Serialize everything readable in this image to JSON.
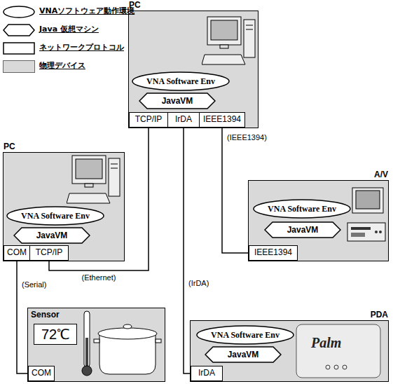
{
  "diagram": {
    "nodes": [
      {
        "text": [
          "PC"
        ]
      },
      {
        "text": [
          "VNA Software Env"
        ],
        "in": 0
      },
      {
        "text": [
          "JavaVM"
        ],
        "in": 0
      },
      {
        "text": [
          "TCP/IP"
        ],
        "in": 0
      },
      {
        "text": [
          "IrDA"
        ],
        "in": 0
      },
      {
        "text": [
          "IEEE1394"
        ],
        "in": 0
      },
      {
        "text": [
          "PC"
        ]
      },
      {
        "text": [
          "VNA Software Env"
        ],
        "in": 6
      },
      {
        "text": [
          "JavaVM"
        ],
        "in": 6
      },
      {
        "text": [
          "COM"
        ],
        "in": 6
      },
      {
        "text": [
          "TCP/IP"
        ],
        "in": 6
      },
      {
        "text": [
          "A/V"
        ]
      },
      {
        "text": [
          "VNA Software Env"
        ],
        "in": 11
      },
      {
        "text": [
          "JavaVM"
        ],
        "in": 11
      },
      {
        "text": [
          "IEEE1394"
        ],
        "in": 11
      },
      {
        "text": [
          "PDA"
        ]
      },
      {
        "text": [
          "VNA Software Env"
        ],
        "in": 15
      },
      {
        "text": [
          "JavaVM"
        ],
        "in": 15
      },
      {
        "text": [
          "IrDA"
        ],
        "in": 15
      },
      {
        "text": [
          "Sensor"
        ]
      },
      {
        "text": [
          "72℃"
        ],
        "in": 19
      },
      {
        "text": [
          "COM"
        ],
        "in": 19
      }
    ],
    "edges": [
      {
        "from": 3,
        "to": 10,
        "label": "(Ethernet)",
        "arrow": "none"
      },
      {
        "from": 4,
        "to": 18,
        "label": "(IrDA)",
        "arrow": "none"
      },
      {
        "from": 5,
        "to": 14,
        "label": "(IEEE1394)",
        "arrow": "none"
      },
      {
        "from": 9,
        "to": 21,
        "label": "(Serial)",
        "arrow": "none"
      }
    ],
    "labels": [
      "Palm"
    ],
    "legend": [
      {
        "text": "VNAソフトウェア動作環境"
      },
      {
        "text": "Java 仮想マシン"
      },
      {
        "text": "ネットワークプロトコル"
      },
      {
        "text": "物理デバイス",
        "color": "#d9d9d9"
      }
    ]
  }
}
